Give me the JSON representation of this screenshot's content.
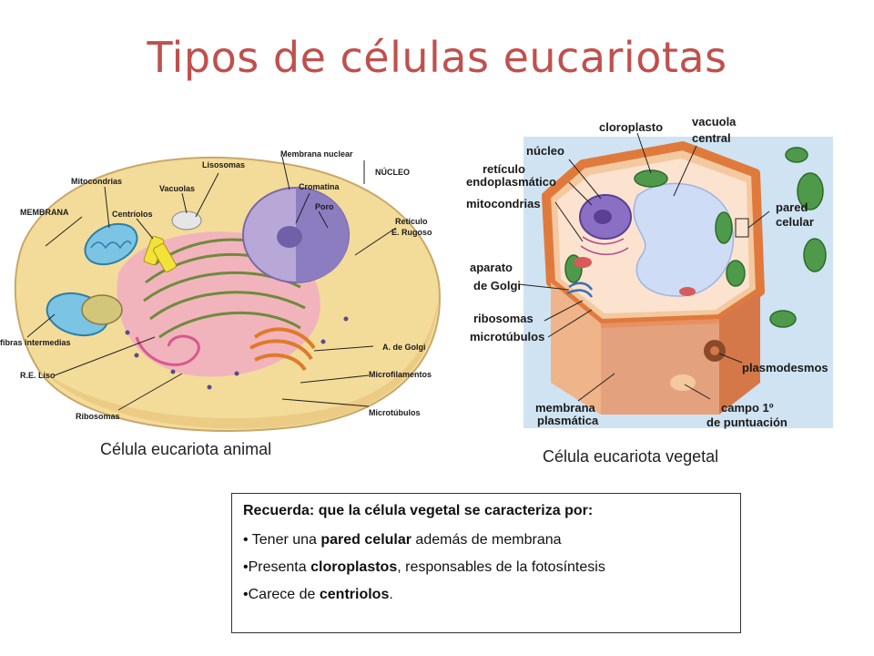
{
  "title": "Tipos de células eucariotas",
  "animal": {
    "caption": "Célula eucariota animal",
    "labels": {
      "membrana": "MEMBRANA",
      "mitocondrias": "Mitocondrias",
      "centriolos": "Centríolos",
      "vacuolas": "Vacuolas",
      "lisosomas": "Lisosomas",
      "membrana_nuclear": "Membrana nuclear",
      "nucleo": "NÚCLEO",
      "cromatina": "Cromatina",
      "poro": "Poro",
      "reticulo_1": "Retículo",
      "reticulo_2": "E. Rugoso",
      "fibras": "fibras intermedias",
      "re_liso": "R.E. Liso",
      "ribosomas": "Ribosomas",
      "golgi": "A. de Golgi",
      "microfilamentos": "Microfilamentos",
      "microtubulos": "Microtúbulos"
    }
  },
  "plant": {
    "caption": "Célula eucariota vegetal",
    "labels": {
      "cloroplasto": "cloroplasto",
      "vacuola_1": "vacuola",
      "vacuola_2": "central",
      "nucleo": "núcleo",
      "reticulo_1": "retículo",
      "reticulo_2": "endoplasmático",
      "mitocondrias": "mitocondrias",
      "pared_1": "pared",
      "pared_2": "celular",
      "aparato_1": "aparato",
      "aparato_2": "de Golgi",
      "ribosomas": "ribosomas",
      "microtubulos": "microtúbulos",
      "plasmodesmos": "plasmodesmos",
      "membrana_1": "membrana",
      "membrana_2": "plasmática",
      "campo_1": "campo 1º",
      "campo_2": "de puntuación"
    }
  },
  "remember": {
    "heading": "Recuerda: que la célula vegetal se caracteriza por:",
    "item1": {
      "bullet": "•",
      "pre": " Tener una ",
      "bold": "pared celular",
      "post": " además de membrana"
    },
    "item2": {
      "bullet": "•",
      "pre": "Presenta ",
      "bold": "cloroplastos",
      "post": ", responsables de la fotosíntesis"
    },
    "item3": {
      "bullet": "•",
      "pre": "Carece de ",
      "bold": "centriolos",
      "post": "."
    }
  },
  "colors": {
    "title": "#c0504d",
    "cytoplasm_animal": "#f3dc9a",
    "nucleus_animal": "#b8a8d8",
    "cell_wall": "#e07a3c",
    "vacuole": "#cfdcf5",
    "chloroplast": "#4f9a4a"
  }
}
